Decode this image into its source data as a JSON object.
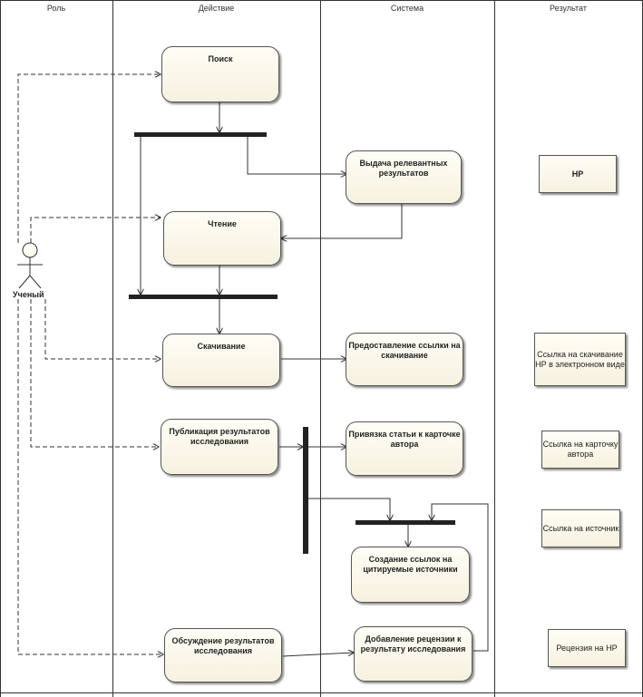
{
  "lanes": {
    "role": "Роль",
    "action": "Действие",
    "system": "Система",
    "result": "Результат"
  },
  "actor": {
    "label": "Ученый"
  },
  "actions": {
    "search": "Поиск",
    "read": "Чтение",
    "download": "Скачивание",
    "publish": "Публикация результатов исследования",
    "discuss": "Обсуждение результатов исследования"
  },
  "system": {
    "results": "Выдача релевантных результатов",
    "download_link": "Предоставление ссылки на скачивание",
    "bind_article": "Привязка статьи к карточке автора",
    "create_refs": "Создание ссылок на цитируемые источники",
    "add_review": "Добавление рецензии к результату исследования"
  },
  "results": {
    "hp": "НР",
    "download_link": "Ссылка на скачивание НР в электронном виде",
    "author_card": "Ссылка на карточку автора",
    "source": "Ссылка на источник",
    "review": "Рецензия на НР"
  },
  "colors": {
    "line": "#333333",
    "bar": "#222222",
    "node_fill": "#f8f4e4"
  }
}
